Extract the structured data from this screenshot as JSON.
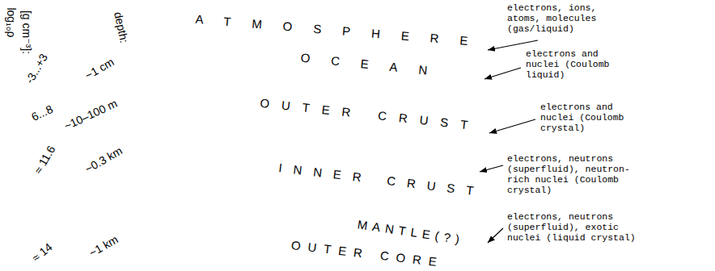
{
  "diagram": {
    "nodes": [
      {
        "text": [
          "ATMOSPHERE"
        ]
      },
      {
        "text": [
          "OCEAN"
        ]
      },
      {
        "text": [
          "OUTER CRUST"
        ]
      },
      {
        "text": [
          "INNER CRUST"
        ]
      },
      {
        "text": [
          "MANTLE(?)"
        ]
      },
      {
        "text": [
          "OUTER CORE"
        ]
      }
    ],
    "labels": [
      "log₁₀ρ",
      "[g cm⁻³]:",
      "depth:",
      "-3...+3",
      "~1 cm",
      "6...8",
      "~10–100 m",
      "≈ 11.6",
      "~0.3 km",
      "≈ 14",
      "~1 km",
      "electrons, ions, atoms, molecules (gas/liquid)",
      "electrons and nuclei (Coulomb liquid)",
      "electrons and nuclei (Coulomb crystal)",
      "electrons, neutrons (superfluid), neutron-rich nuclei (Coulomb crystal)",
      "electrons, neutrons (superfluid), exotic nuclei (liquid crystal)"
    ]
  }
}
